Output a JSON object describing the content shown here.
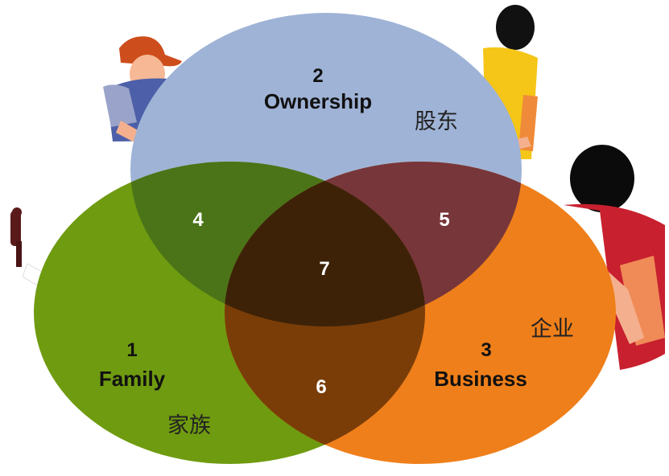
{
  "diagram": {
    "circles": {
      "family": {
        "number": "1",
        "label": "Family",
        "label_cn": "家族",
        "color": "#6f9b10"
      },
      "ownership": {
        "number": "2",
        "label": "Ownership",
        "label_cn": "股东",
        "color": "#9fb3d6"
      },
      "business": {
        "number": "3",
        "label": "Business",
        "label_cn": "企业",
        "color": "#ef7f1a"
      }
    },
    "overlaps": {
      "family_ownership": {
        "number": "4",
        "color": "#4b7418"
      },
      "ownership_business": {
        "number": "5",
        "color": "#77363a"
      },
      "family_business": {
        "number": "6",
        "color": "#7a3d07"
      },
      "all_three": {
        "number": "7",
        "color": "#3d2208"
      }
    },
    "text_colors": {
      "dark": "#111111",
      "light": "#ffffff",
      "cn": "#222222"
    }
  }
}
